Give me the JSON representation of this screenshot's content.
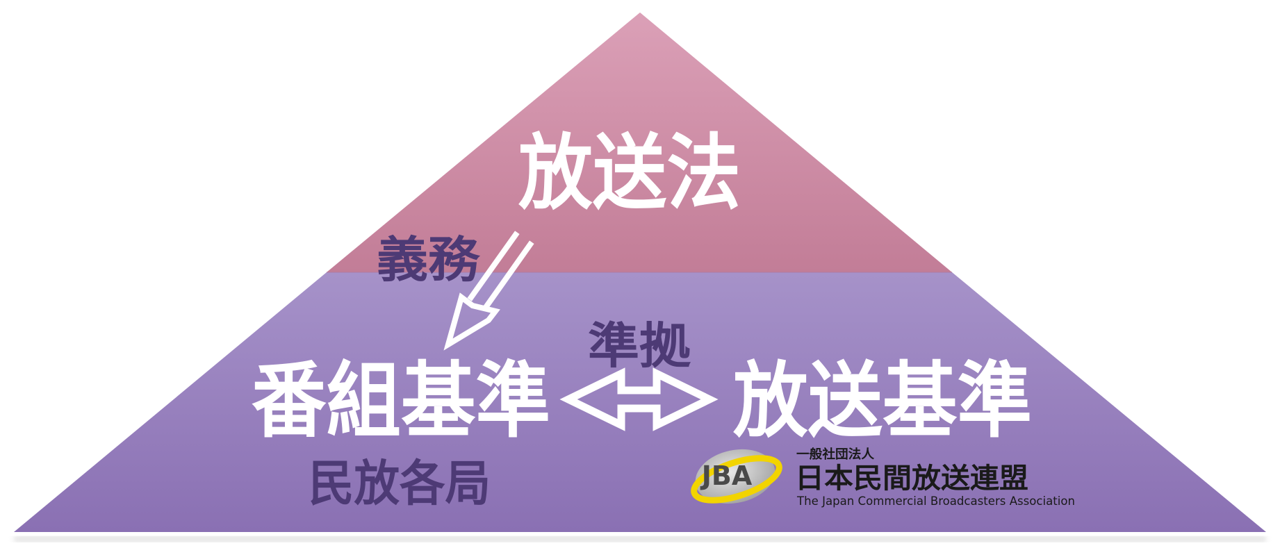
{
  "pyramid": {
    "top_label": "放送法",
    "obligation_label": "義務",
    "compliance_label": "準拠",
    "left_label": "番組基準",
    "right_label": "放送基準",
    "bottom_left_label": "民放各局"
  },
  "jba": {
    "logo_text": "JBA",
    "org_type": "一般社団法人",
    "name_ja": "日本民間放送連盟",
    "name_en": "The Japan Commercial Broadcasters Association"
  },
  "colors": {
    "top_tier": "#d294ad",
    "top_tier_dark": "#c27d97",
    "bottom_tier": "#a48fc6",
    "bottom_tier_dark": "#8a70b3",
    "dark_text": "#4d3a75"
  }
}
